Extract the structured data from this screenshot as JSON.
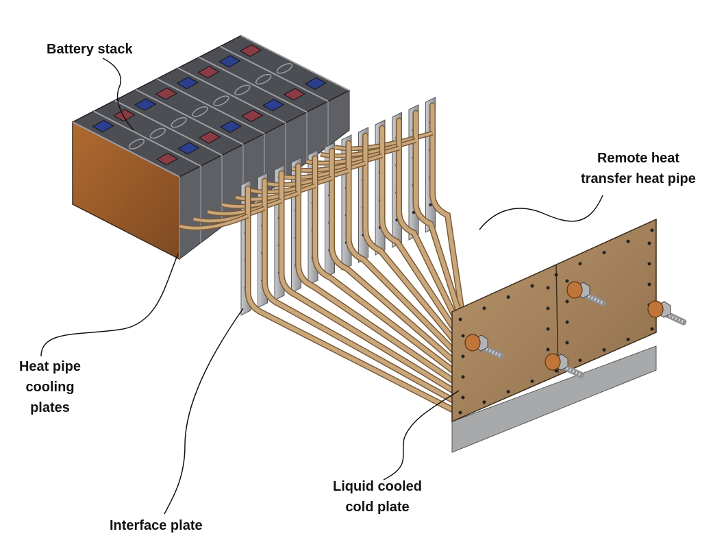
{
  "labels": {
    "battery_stack": "Battery stack",
    "remote_line1": "Remote heat",
    "remote_line2": "transfer heat pipe",
    "heatpipe_line1": "Heat pipe",
    "heatpipe_line2": "cooling",
    "heatpipe_line3": "plates",
    "liquid_line1": "Liquid cooled",
    "liquid_line2": "cold plate",
    "interface_plate": "Interface plate"
  },
  "colors": {
    "battery_case": "#9a5a2a",
    "cell_gray": "#5f6066",
    "terminal_blue": "#2c3f8f",
    "terminal_red": "#8a3c45",
    "aluminum": "#b8babc",
    "heat_pipe": "#c9a77a",
    "cold_plate": "#a88660",
    "callout_line": "#111111"
  }
}
